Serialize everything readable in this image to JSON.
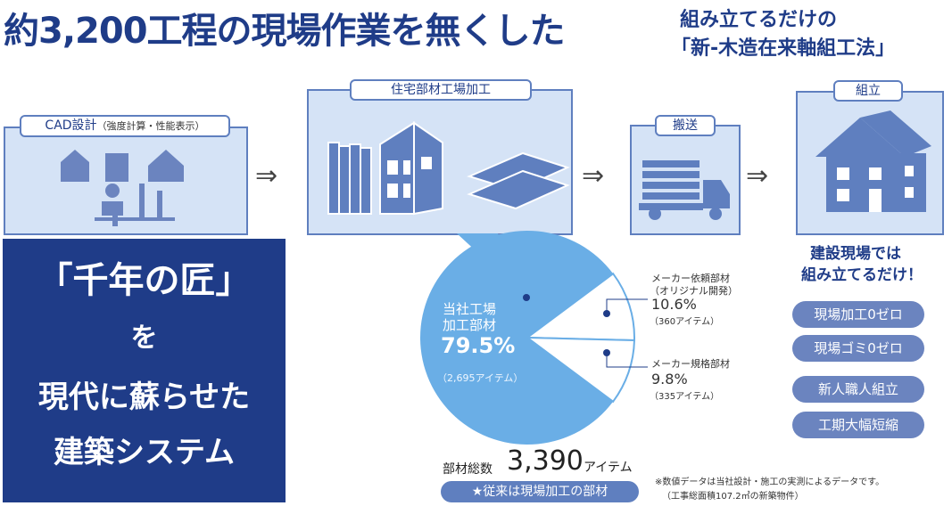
{
  "header": {
    "main_title": "約3,200工程の現場作業を無くした",
    "sub_line1": "組み立てるだけの",
    "sub_line2": "「新-木造在来軸組工法」"
  },
  "steps": {
    "cad": {
      "label": "CAD設計",
      "note": "（強度計算・性能表示）"
    },
    "factory": {
      "label": "住宅部材工場加工"
    },
    "transport": {
      "label": "搬送"
    },
    "assembly": {
      "label": "組立"
    }
  },
  "arrows": {
    "symbol": "⇒"
  },
  "slogan": {
    "line1": "「千年の匠」",
    "line2": "を",
    "line3": "現代に蘇らせた",
    "line4": "建築システム"
  },
  "chart_data": {
    "type": "pie",
    "slices": [
      {
        "name": "当社工場加工部材",
        "name_l1": "当社工場",
        "name_l2": "加工部材",
        "value": 79.5,
        "value_text": "79.5%",
        "items": "（2,695アイテム）",
        "color": "#6aaee6"
      },
      {
        "name": "メーカー依頼部材",
        "name_l1": "メーカー依頼部材",
        "name_l2": "（オリジナル開発）",
        "value": 10.6,
        "value_text": "10.6%",
        "items": "（360アイテム）",
        "color": "#ffffff"
      },
      {
        "name": "メーカー規格部材",
        "name_l1": "メーカー規格部材",
        "name_l2": "",
        "value": 9.8,
        "value_text": "9.8%",
        "items": "（335アイテム）",
        "color": "#ffffff"
      }
    ],
    "total_label": "部材総数",
    "total_value": "3,390",
    "total_unit": "アイテム"
  },
  "footer": {
    "badge": "★従来は現場加工の部材",
    "note1": "※数値データは当社設計・施工の実測によるデータです。",
    "note2": "（工事総面積107.2㎡の新築物件）"
  },
  "assembly_info": {
    "line1": "建設現場では",
    "line2": "組み立てるだけ！",
    "pills": [
      "現場加工0ゼロ",
      "現場ゴミ0ゼロ",
      "新人職人組立",
      "工期大幅短縮"
    ]
  },
  "colors": {
    "brand": "#1f3c88",
    "panel": "#d5e3f6",
    "pie_main": "#6aaee6",
    "pill": "#6b84bf"
  }
}
